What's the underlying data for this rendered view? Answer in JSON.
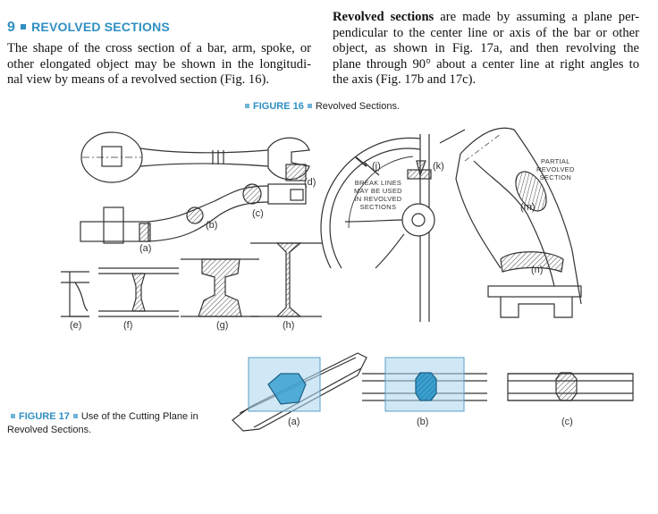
{
  "section": {
    "number": "9",
    "title": "REVOLVED SECTIONS"
  },
  "intro_paragraph_lines": [
    "The shape of the cross section of a bar, arm, spoke, or",
    "other elongated object may be shown in the longitudi-",
    "nal view by means of a revolved section (Fig. 16)."
  ],
  "right_paragraph": {
    "lead_bold": "Revolved sections",
    "first_line_rest": " are made by assuming a plane per-",
    "lines": [
      "pendicular to the center line or axis of the bar or other",
      "object, as shown in Fig. 17a, and then revolving the",
      "plane through 90° about a center line at right angles to",
      "the axis (Fig. 17b and 17c)."
    ]
  },
  "figure16": {
    "label": "FIGURE 16",
    "caption": "Revolved Sections."
  },
  "figure17": {
    "label": "FIGURE 17",
    "caption_line1": "Use of the Cutting Plane in",
    "caption_line2": "Revolved Sections."
  },
  "fig16_labels": {
    "a": "(a)",
    "b": "(b)",
    "c": "(c)",
    "d": "(d)",
    "e": "(e)",
    "f": "(f)",
    "g": "(g)",
    "h": "(h)",
    "j": "(j)",
    "k": "(k)",
    "m": "(m)",
    "n": "(n)",
    "break_lines": [
      "BREAK LINES",
      "MAY BE USED",
      "IN REVOLVED",
      "SECTIONS"
    ],
    "partial": [
      "PARTIAL",
      "REVOLVED",
      "SECTION"
    ]
  },
  "fig17_labels": {
    "a": "(a)",
    "b": "(b)",
    "c": "(c)"
  },
  "colors": {
    "accent": "#2f8fc2",
    "plane_fill": "#a9d6ef",
    "section_fill": "#3aa0d0",
    "line": "#333333"
  }
}
